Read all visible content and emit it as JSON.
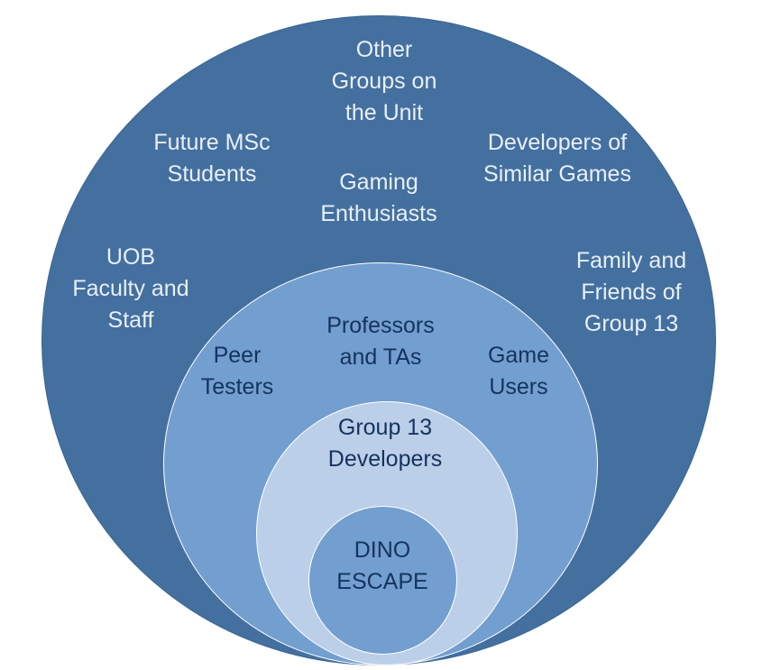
{
  "diagram": {
    "rings": [
      {
        "name": "outer",
        "color": "#43709f",
        "labels": [
          "Other\nGroups on\nthe Unit",
          "Future MSc\nStudents",
          "Developers of\nSimilar Games",
          "Gaming\nEnthusiasts",
          "UOB\nFaculty and\nStaff",
          "Family and\nFriends of\nGroup 13"
        ]
      },
      {
        "name": "middle",
        "color": "#729fcf",
        "labels": [
          "Professors\nand TAs",
          "Peer\nTesters",
          "Game\nUsers"
        ]
      },
      {
        "name": "inner",
        "color": "#bccfe8",
        "labels": [
          "Group 13\nDevelopers"
        ]
      },
      {
        "name": "core",
        "color": "#729fcf",
        "labels": [
          "DINO\nESCAPE"
        ]
      }
    ]
  }
}
